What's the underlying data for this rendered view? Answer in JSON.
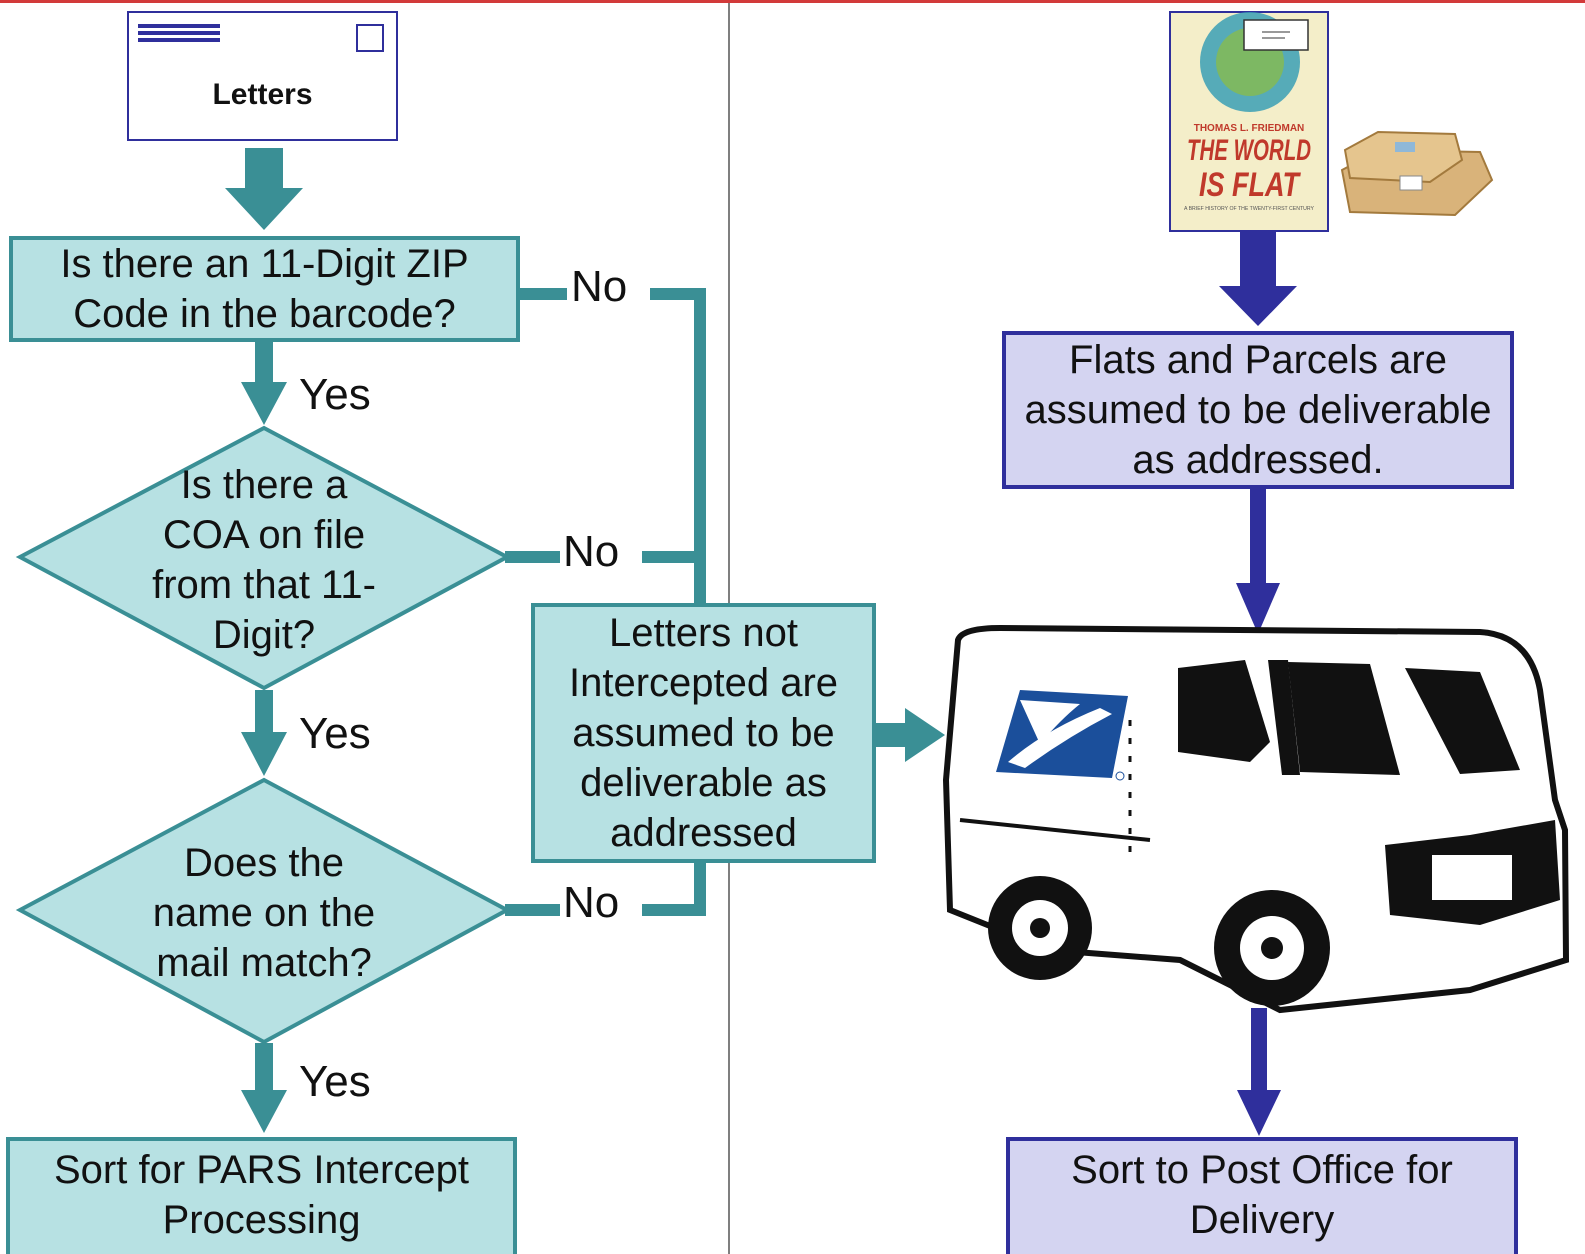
{
  "envelope": {
    "label": "Letters"
  },
  "left_flow": {
    "q1": "Is there an 11-Digit ZIP Code in the barcode?",
    "q2": "Is there a COA on file from that 11-Digit?",
    "q3": "Does the name on the mail match?",
    "end": "Sort for PARS Intercept Processing",
    "not_intercepted": "Letters not Intercepted are assumed to be deliverable as addressed",
    "yes_label": "Yes",
    "no_label": "No"
  },
  "right_flow": {
    "assumed": "Flats and Parcels are assumed to be deliverable as addressed.",
    "end": "Sort to Post Office for Delivery"
  },
  "book": {
    "author": "THOMAS L. FRIEDMAN",
    "title_line1": "THE WORLD",
    "title_line2": "IS FLAT",
    "subtitle": "A BRIEF HISTORY OF THE TWENTY-FIRST CENTURY"
  },
  "colors": {
    "teal_fill": "#b7e1e3",
    "teal_stroke": "#3a8f95",
    "violet_fill": "#d4d4f1",
    "violet_stroke": "#2f2f9c",
    "usps_blue": "#1b4f9b",
    "top_rule": "#d23a3a"
  }
}
